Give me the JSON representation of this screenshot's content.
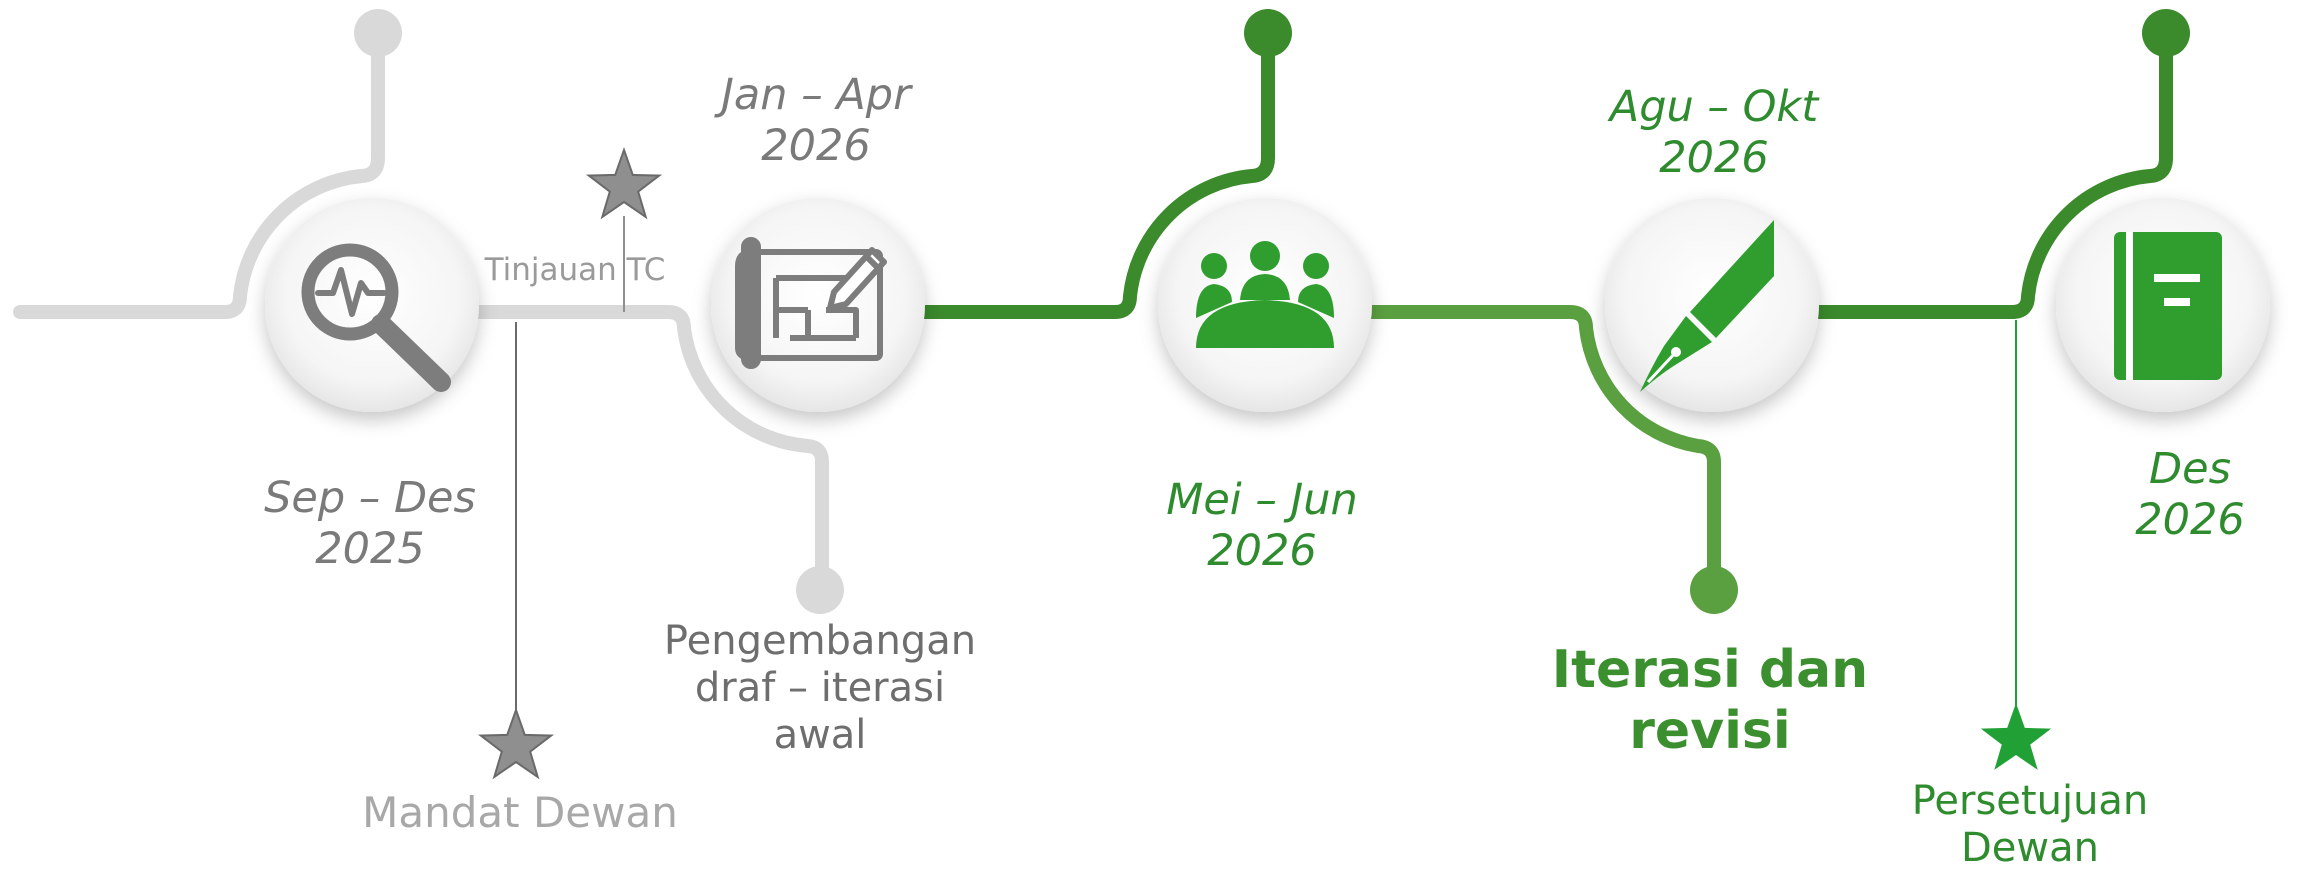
{
  "milestones": [
    {
      "date_line1": "Sep – Des",
      "date_line2": "2025",
      "icon": "magnifier-heartbeat-icon"
    },
    {
      "date_line1": "Jan – Apr",
      "date_line2": "2026",
      "icon": "blueprint-pencil-icon",
      "phase_lines": [
        "Pengembangan",
        "draf – iterasi",
        "awal"
      ]
    },
    {
      "date_line1": "Mei – Jun",
      "date_line2": "2026",
      "icon": "meeting-table-icon"
    },
    {
      "date_line1": "Agu – Okt",
      "date_line2": "2026",
      "icon": "fountain-pen-icon",
      "phase_lines": [
        "Iterasi dan",
        "revisi"
      ]
    },
    {
      "date_line1": "Des",
      "date_line2": "2026",
      "icon": "book-icon"
    }
  ],
  "events": {
    "tc_review": "Tinjauan TC",
    "board_mandate": "Mandat Dewan",
    "board_approval_line1": "Persetujuan",
    "board_approval_line2": "Dewan"
  },
  "colors": {
    "gray_line": "#d9d9d9",
    "green_dark": "#3b8a2b",
    "green_mid": "#5aa040",
    "green_icon": "#2f9e2f",
    "gray_icon": "#7d7d7d",
    "star_gray": "#8f8f8f",
    "star_green": "#21a035"
  }
}
